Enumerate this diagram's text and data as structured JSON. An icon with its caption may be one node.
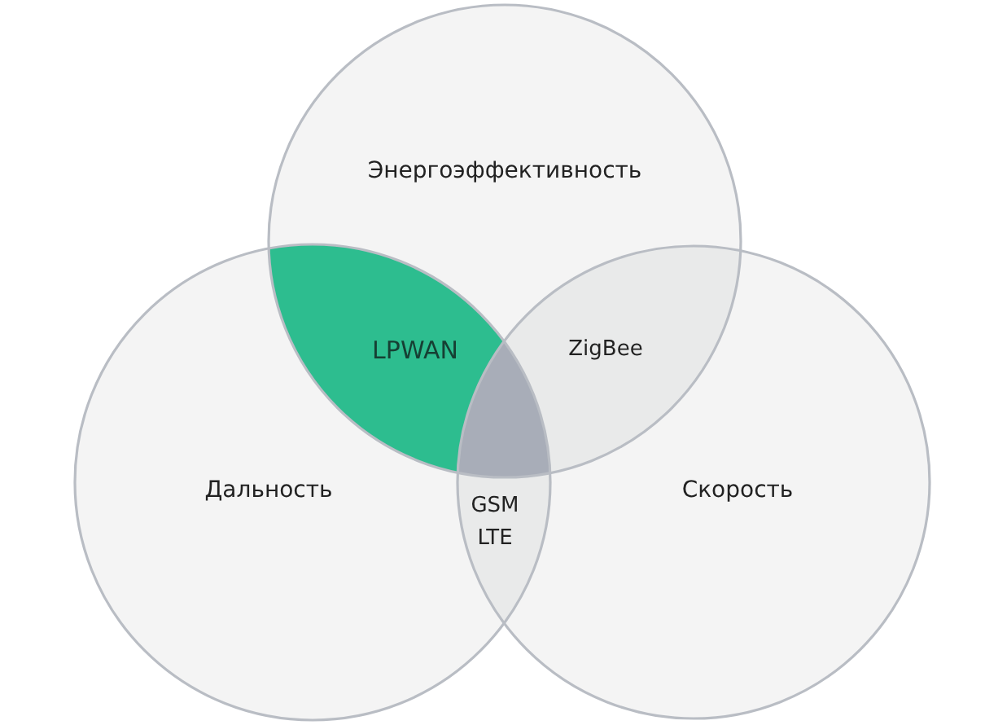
{
  "diagram": {
    "nodes": [
      {
        "text": [
          "Энергоэффективность"
        ]
      },
      {
        "text": [
          "Дальность"
        ]
      },
      {
        "text": [
          "Скорость"
        ]
      },
      {
        "text": [
          "LPWAN"
        ]
      },
      {
        "text": [
          "ZigBee"
        ]
      },
      {
        "text": [],
        "shape": "triangle"
      },
      {
        "text": [
          "GSM LTE"
        ]
      }
    ]
  }
}
